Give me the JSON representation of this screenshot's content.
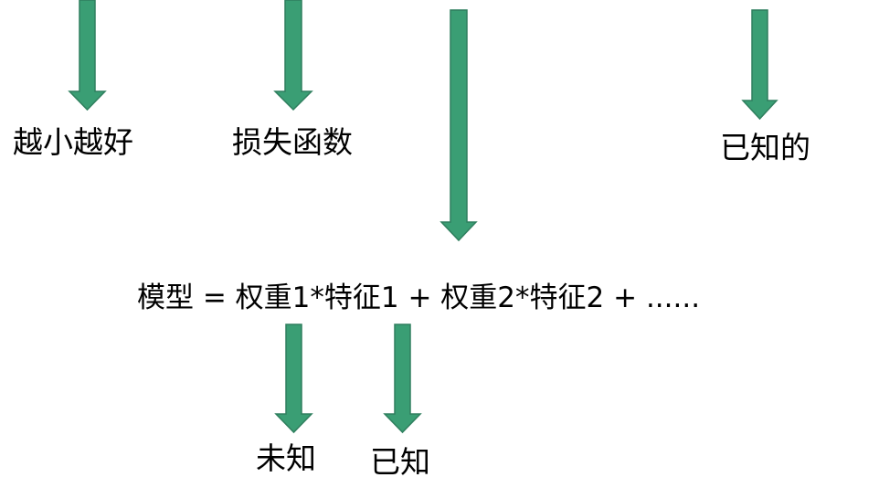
{
  "colors": {
    "arrow_fill": "#3a9e74",
    "arrow_stroke": "#2f7f5e",
    "text": "#000000"
  },
  "labels": {
    "smaller_better": "越小越好",
    "loss_function": "损失函数",
    "known_de": "已知的",
    "unknown": "未知",
    "known": "已知"
  },
  "formula": "模型 = 权重1*特征1 + 权重2*特征2 + ......"
}
